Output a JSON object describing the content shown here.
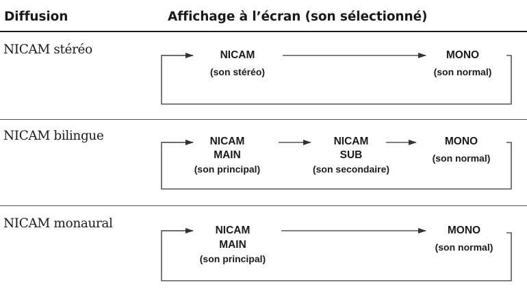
{
  "header": {
    "col1": "Diffusion",
    "col2": "Affichage à l’écran (son sélectionné)"
  },
  "rows": [
    {
      "label": "NICAM stéréo",
      "nodes": [
        {
          "line1": "NICAM",
          "line2": "(son stéréo)"
        },
        {
          "line1": "MONO",
          "line2": "(son normal)"
        }
      ]
    },
    {
      "label": "NICAM bilingue",
      "nodes": [
        {
          "line1": "NICAM",
          "line2": "MAIN",
          "line3": "(son principal)"
        },
        {
          "line1": "NICAM",
          "line2": "SUB",
          "line3": "(son secondaire)"
        },
        {
          "line1": "MONO",
          "line2": "(son normal)"
        }
      ]
    },
    {
      "label": "NICAM monaural",
      "nodes": [
        {
          "line1": "NICAM",
          "line2": "MAIN",
          "line3": "(son principal)"
        },
        {
          "line1": "MONO",
          "line2": "(son normal)"
        }
      ]
    }
  ]
}
